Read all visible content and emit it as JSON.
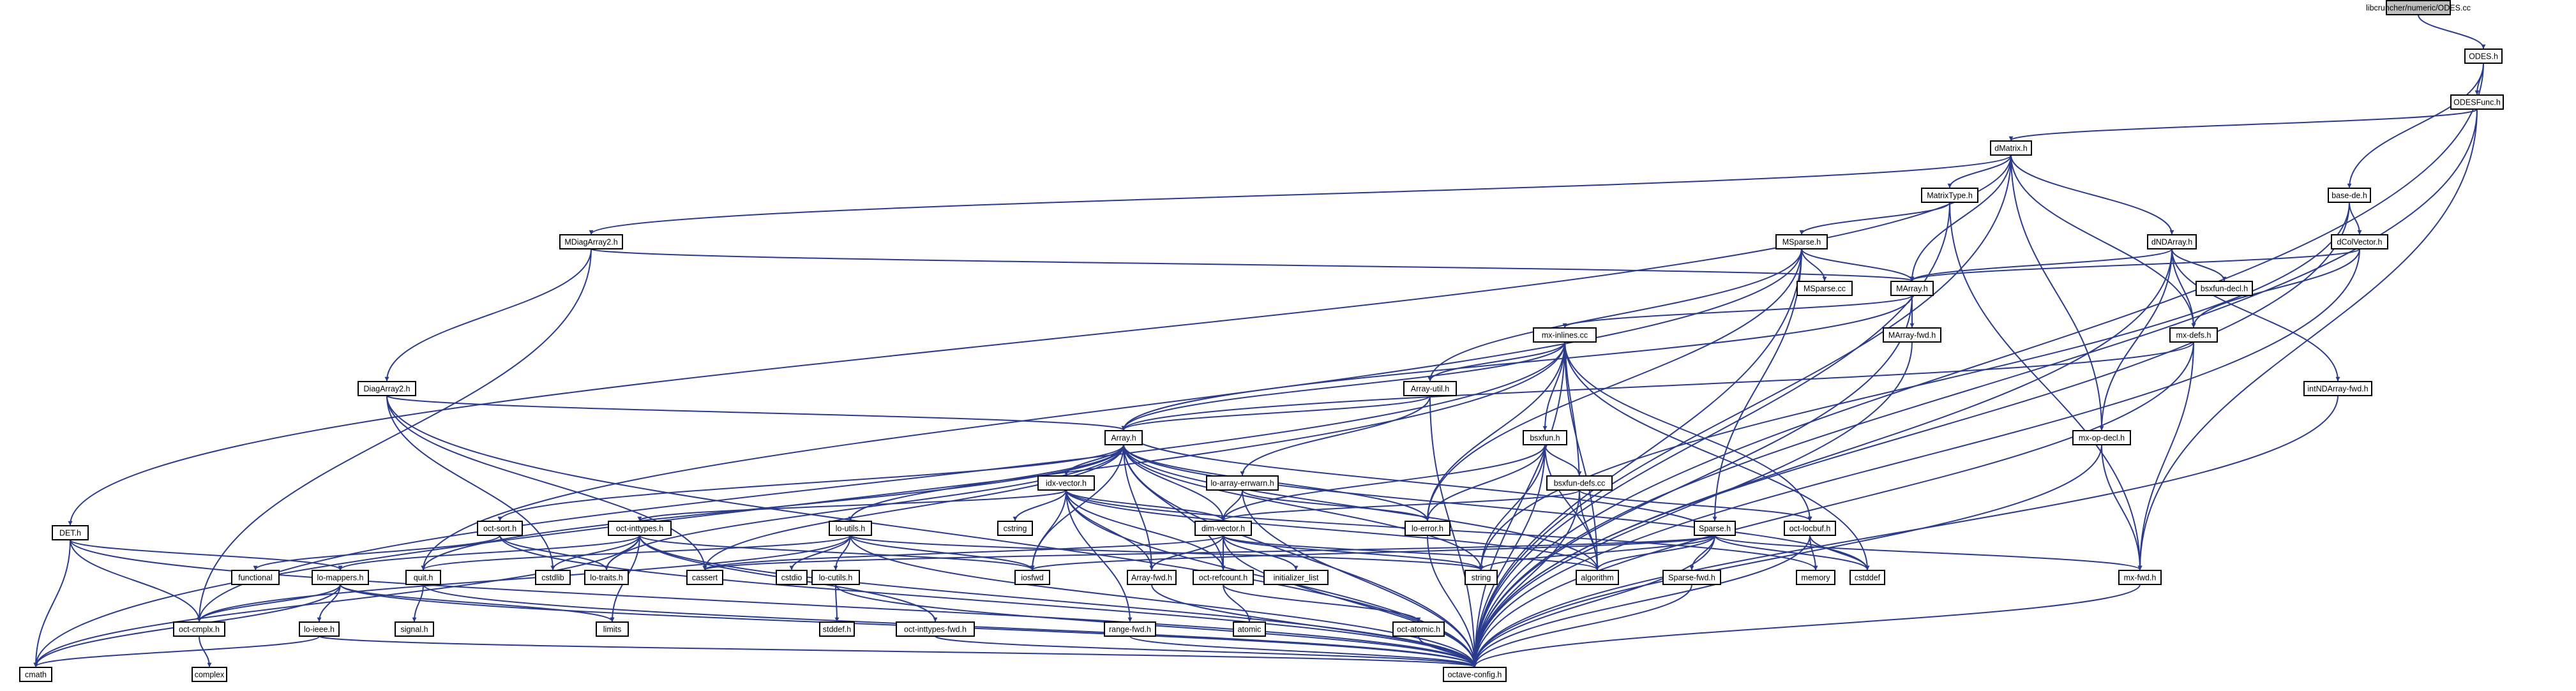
{
  "colors": {
    "edge": "#2b3b8c",
    "root_fill": "#bfbfbf",
    "node_fill": "#ffffff",
    "system_border": "#bfbfbf",
    "text": "#000000"
  },
  "nodes": {
    "root": "libcruncher/numeric/ODES.cc",
    "odes_h": "ODES.h",
    "odesfunc_h": "ODESFunc.h",
    "dmatrix_h": "dMatrix.h",
    "base_de_h": "base-de.h",
    "matrixtype_h": "MatrixType.h",
    "dndarray_h": "dNDArray.h",
    "mdiagarray2_h": "MDiagArray2.h",
    "msparse_h": "MSparse.h",
    "dcolvector_h": "dColVector.h",
    "msparse_cc": "MSparse.cc",
    "marray_h": "MArray.h",
    "bsxfun_decl_h": "bsxfun-decl.h",
    "marray_fwd_h": "MArray-fwd.h",
    "mx_inlines_cc": "mx-inlines.cc",
    "mx_defs_h": "mx-defs.h",
    "intndarray_fwd_h": "intNDArray-fwd.h",
    "diagarray2_h": "DiagArray2.h",
    "array_util_h": "Array-util.h",
    "array_h": "Array.h",
    "bsxfun_h": "bsxfun.h",
    "mx_op_decl_h": "mx-op-decl.h",
    "det_h": "DET.h",
    "oct_sort_h": "oct-sort.h",
    "idx_vector_h": "idx-vector.h",
    "lo_array_errwarn_h": "lo-array-errwarn.h",
    "bsxfun_defs_cc": "bsxfun-defs.cc",
    "oct_inttypes_h": "oct-inttypes.h",
    "lo_utils_h": "lo-utils.h",
    "dim_vector_h": "dim-vector.h",
    "lo_error_h": "lo-error.h",
    "sparse_h": "Sparse.h",
    "oct_locbuf_h": "oct-locbuf.h",
    "functional": "functional",
    "lo_mappers_h": "lo-mappers.h",
    "cstdlib": "cstdlib",
    "quit_h": "quit.h",
    "lo_traits_h": "lo-traits.h",
    "cassert": "cassert",
    "cstdio": "cstdio",
    "lo_cutils_h": "lo-cutils.h",
    "iosfwd": "iosfwd",
    "cstring": "cstring",
    "array_fwd_h": "Array-fwd.h",
    "oct_refcount_h": "oct-refcount.h",
    "initializer_list": "initializer_list",
    "string": "string",
    "algorithm": "algorithm",
    "sparse_fwd_h": "Sparse-fwd.h",
    "memory": "memory",
    "cstddef": "cstddef",
    "mx_fwd_h": "mx-fwd.h",
    "signal_h": "signal.h",
    "limits": "limits",
    "stddef_h": "stddef.h",
    "lo_ieee_h": "lo-ieee.h",
    "oct_cmplx_h": "oct-cmplx.h",
    "oct_inttypes_fwd_h": "oct-inttypes-fwd.h",
    "range_fwd_h": "range-fwd.h",
    "atomic": "atomic",
    "oct_atomic_h": "oct-atomic.h",
    "cmath": "cmath",
    "complex": "complex",
    "octave_config_h": "octave-config.h"
  }
}
